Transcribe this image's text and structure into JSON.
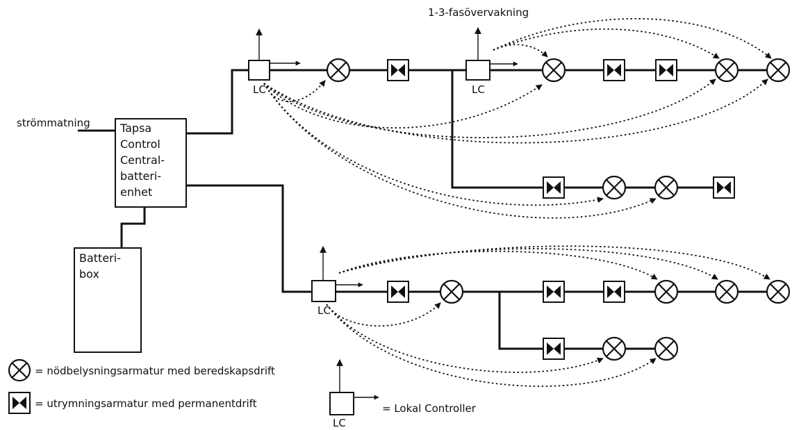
{
  "labels": {
    "power_in": "strömmatning",
    "controller_lines": [
      "Tapsa",
      "Control",
      "Central-",
      "batteri-",
      "enhet"
    ],
    "battery_lines": [
      "Batteri-",
      "box"
    ],
    "phase_monitoring": "1-3-fasövervakning",
    "lc": "LC"
  },
  "legend": {
    "emergency_text": "= nödbelysningsarmatur med beredskapsdrift",
    "exit_text": "= utrymningsarmatur med permanentdrift",
    "lc_text": "= Lokal Controller",
    "lc_label": "LC"
  },
  "colors": {
    "line": "#111111",
    "background": "#ffffff"
  }
}
